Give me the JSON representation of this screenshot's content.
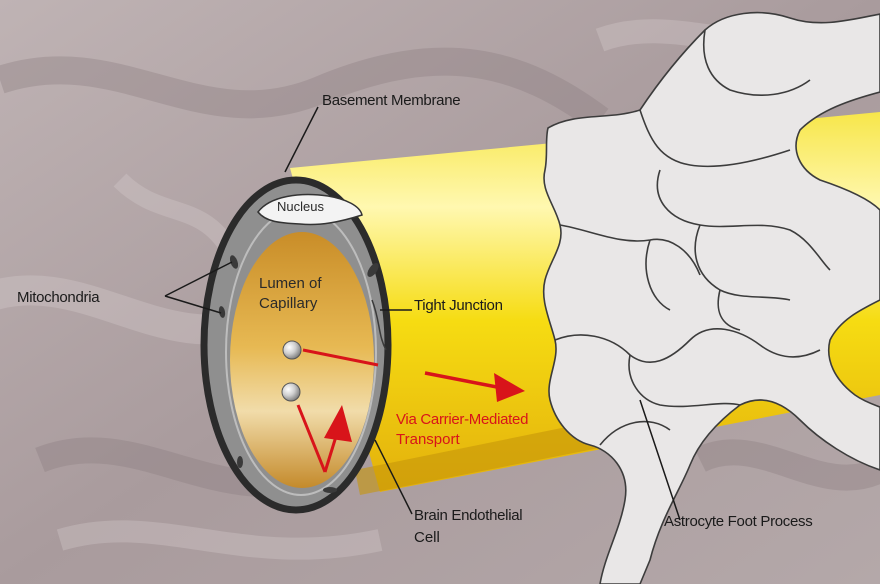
{
  "diagram": {
    "labels": {
      "basement_membrane": "Basement Membrane",
      "nucleus": "Nucleus",
      "lumen_line1": "Lumen of",
      "lumen_line2": "Capillary",
      "mitochondria": "Mitochondria",
      "tight_junction": "Tight Junction",
      "transport_line1": "Via Carrier-Mediated",
      "transport_line2": "Transport",
      "endothelial_line1": "Brain Endothelial",
      "endothelial_line2": "Cell",
      "astrocyte": "Astrocyte Foot Process"
    },
    "colors": {
      "background": "#b7aaac",
      "capillary_yellow": "#f6de10",
      "endothelium_gray": "#8f8f8f",
      "lumen_gold": "#d9a52e",
      "astrocyte": "#e9e7e7",
      "arrow_red": "#d8141a"
    }
  }
}
